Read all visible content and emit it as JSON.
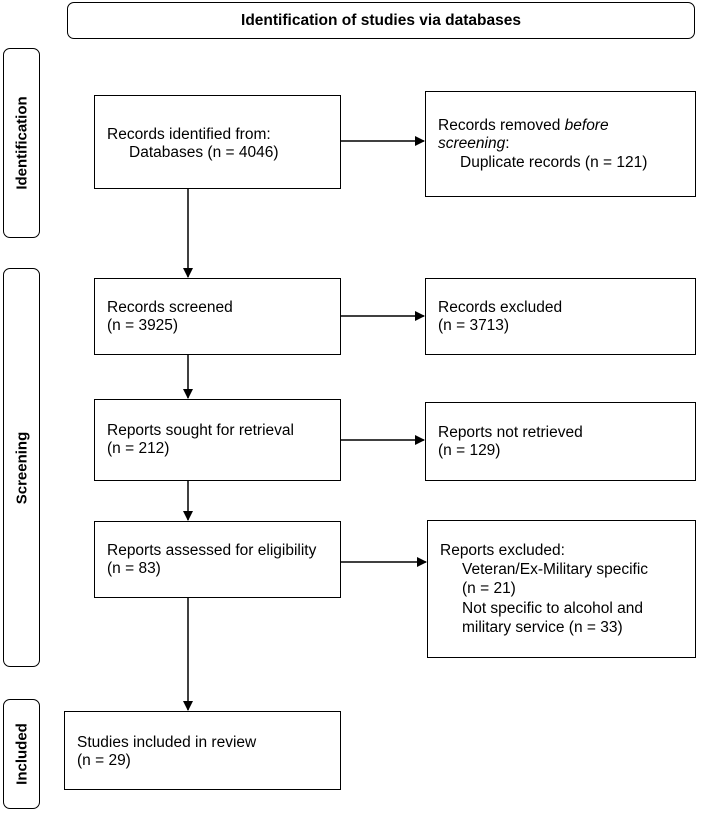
{
  "header": {
    "title": "Identification of studies via databases"
  },
  "phases": {
    "identification": "Identification",
    "screening": "Screening",
    "included": "Included"
  },
  "identified": {
    "line1": "Records identified from:",
    "line2": "Databases (n = 4046)"
  },
  "removed": {
    "line1a": "Records removed ",
    "line1b": "before",
    "line2a": "screening",
    "line2b": ":",
    "line3": "Duplicate records (n = 121)"
  },
  "screened": {
    "line1": "Records screened",
    "line2": "(n = 3925)"
  },
  "excluded": {
    "line1": "Records excluded",
    "line2": "(n = 3713)"
  },
  "sought": {
    "line1": "Reports sought for retrieval",
    "line2": "(n = 212)"
  },
  "not_retrieved": {
    "line1": "Reports not retrieved",
    "line2": "(n = 129)"
  },
  "assessed": {
    "line1": "Reports assessed for eligibility",
    "line2": "(n = 83)"
  },
  "reports_excluded": {
    "line1": "Reports excluded:",
    "line2": "Veteran/Ex-Military specific",
    "line3": "(n = 21)",
    "line4": "Not specific to alcohol and",
    "line5": "military service (n = 33)"
  },
  "included_box": {
    "line1": "Studies included in review",
    "line2": "(n = 29)"
  }
}
